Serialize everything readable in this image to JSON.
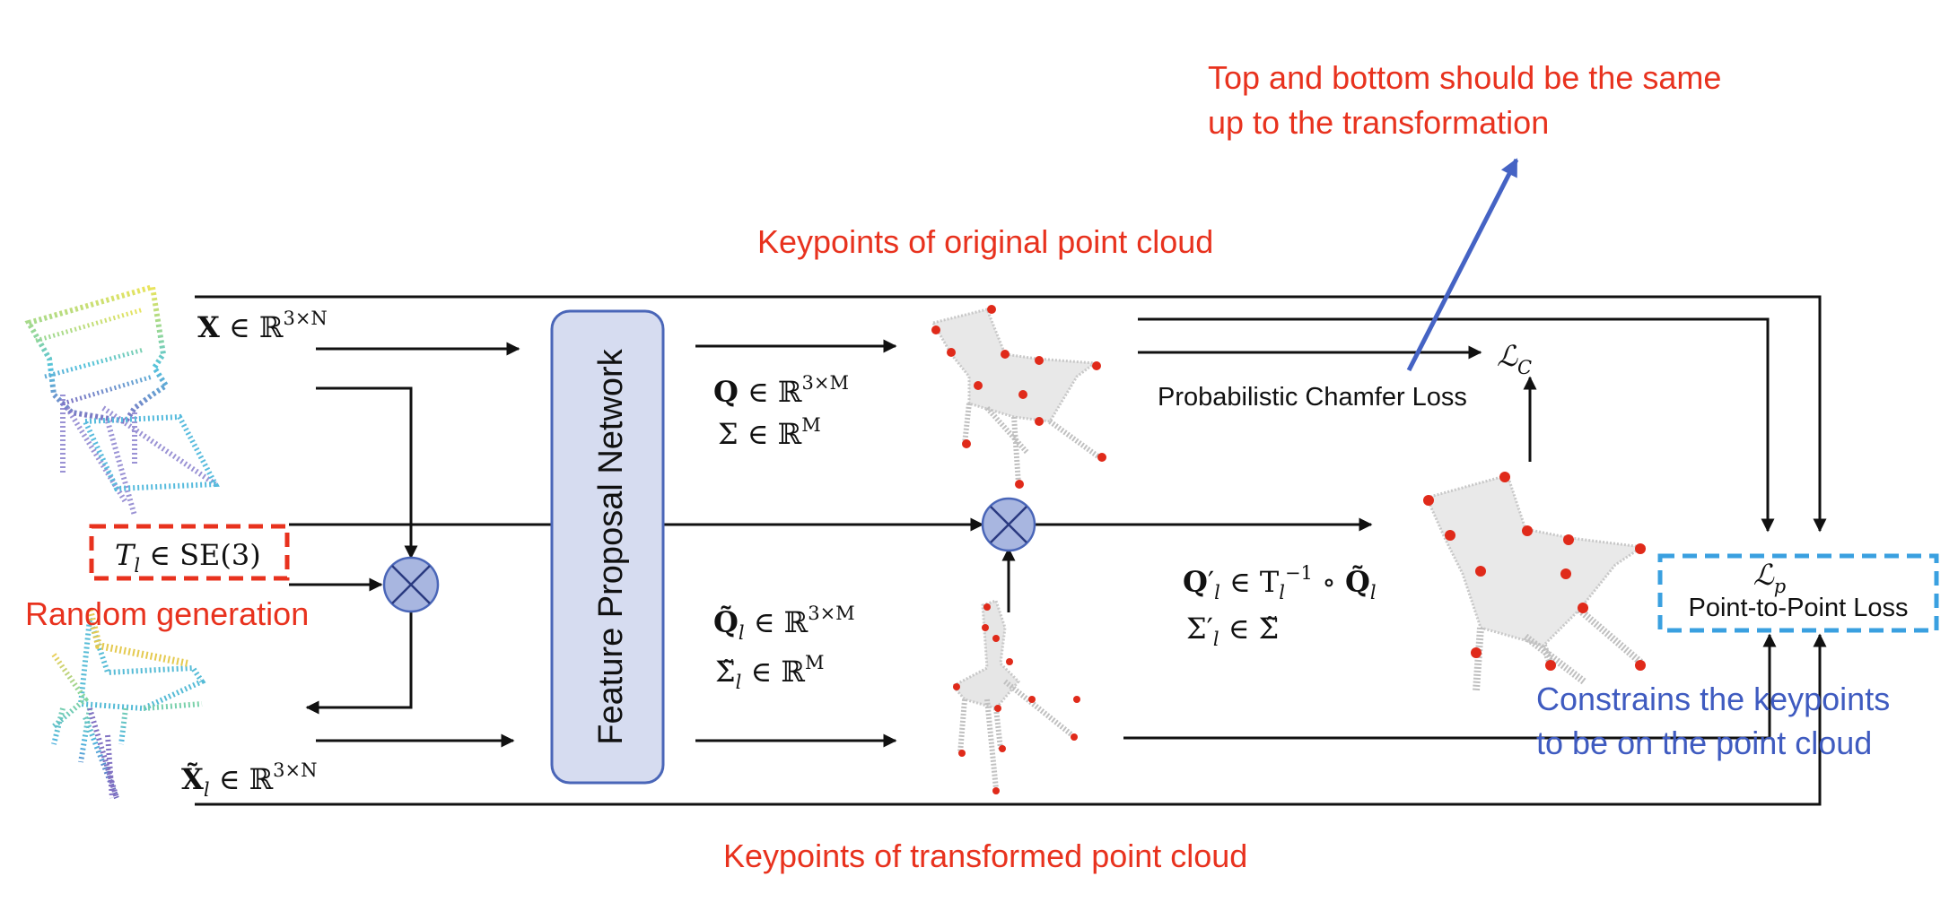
{
  "annotations": {
    "top_note_line1": "Top and bottom should be the same",
    "top_note_line2": "up to the transformation",
    "keypoints_original": "Keypoints of original point cloud",
    "keypoints_transformed": "Keypoints of transformed point cloud",
    "random_generation": "Random generation",
    "constrains_line1": "Constrains the keypoints",
    "constrains_line2": "to be on the point cloud"
  },
  "network": {
    "label": "Feature Proposal Network"
  },
  "losses": {
    "chamfer_symbol": "ℒ",
    "chamfer_sub": "C",
    "chamfer_label": "Probabilistic Chamfer Loss",
    "p2p_symbol": "ℒ",
    "p2p_sub": "p",
    "p2p_label": "Point-to-Point Loss"
  },
  "math": {
    "x_top": {
      "base": "X",
      "in": " ∈  ℝ",
      "sup": "3×N"
    },
    "x_bottom": {
      "base": "X̃",
      "sub": "l",
      "in": " ∈  ℝ",
      "sup": "3×N"
    },
    "transform": "T",
    "transform_sub": "l",
    "transform_rest": " ∈ SE(3)",
    "q": {
      "base": "Q",
      "in": " ∈  ℝ",
      "sup": "3×M"
    },
    "sigma": {
      "base": "Σ",
      "in": " ∈  ℝ",
      "sup": "M"
    },
    "q_tilde": {
      "base": "Q̃",
      "sub": "l",
      "in": " ∈  ℝ",
      "sup": "3×M"
    },
    "sigma_tilde": {
      "base": "Σ̃",
      "sub": "l",
      "in": " ∈  ℝ",
      "sup": "M"
    },
    "q_prime": {
      "base": "Q",
      "prime": "′",
      "sub": "l",
      "rel": " ∈ T",
      "tsub": "l",
      "tsup": "−1",
      "tail": " ∘ ",
      "tail_base": "Q̃",
      "tail_sub": "l"
    },
    "sigma_prime": {
      "base": "Σ",
      "prime": "′",
      "sub": "l",
      "rel": " ∈ Σ̃"
    }
  },
  "colors": {
    "red": "#e8321e",
    "blue_text": "#3f5bc0",
    "blue_arrow": "#4563c4",
    "network_fill": "#d6dcf0",
    "network_border": "#4a66b8",
    "operator_fill": "#a8b6e0",
    "dashed_blue": "#3aa0e0",
    "keypoint": "#e02a1a"
  },
  "icons": {
    "operator": "otimes-icon",
    "chair_colored": "point-cloud-chair-icon",
    "chair_gray": "point-cloud-chair-keypoints-icon"
  }
}
